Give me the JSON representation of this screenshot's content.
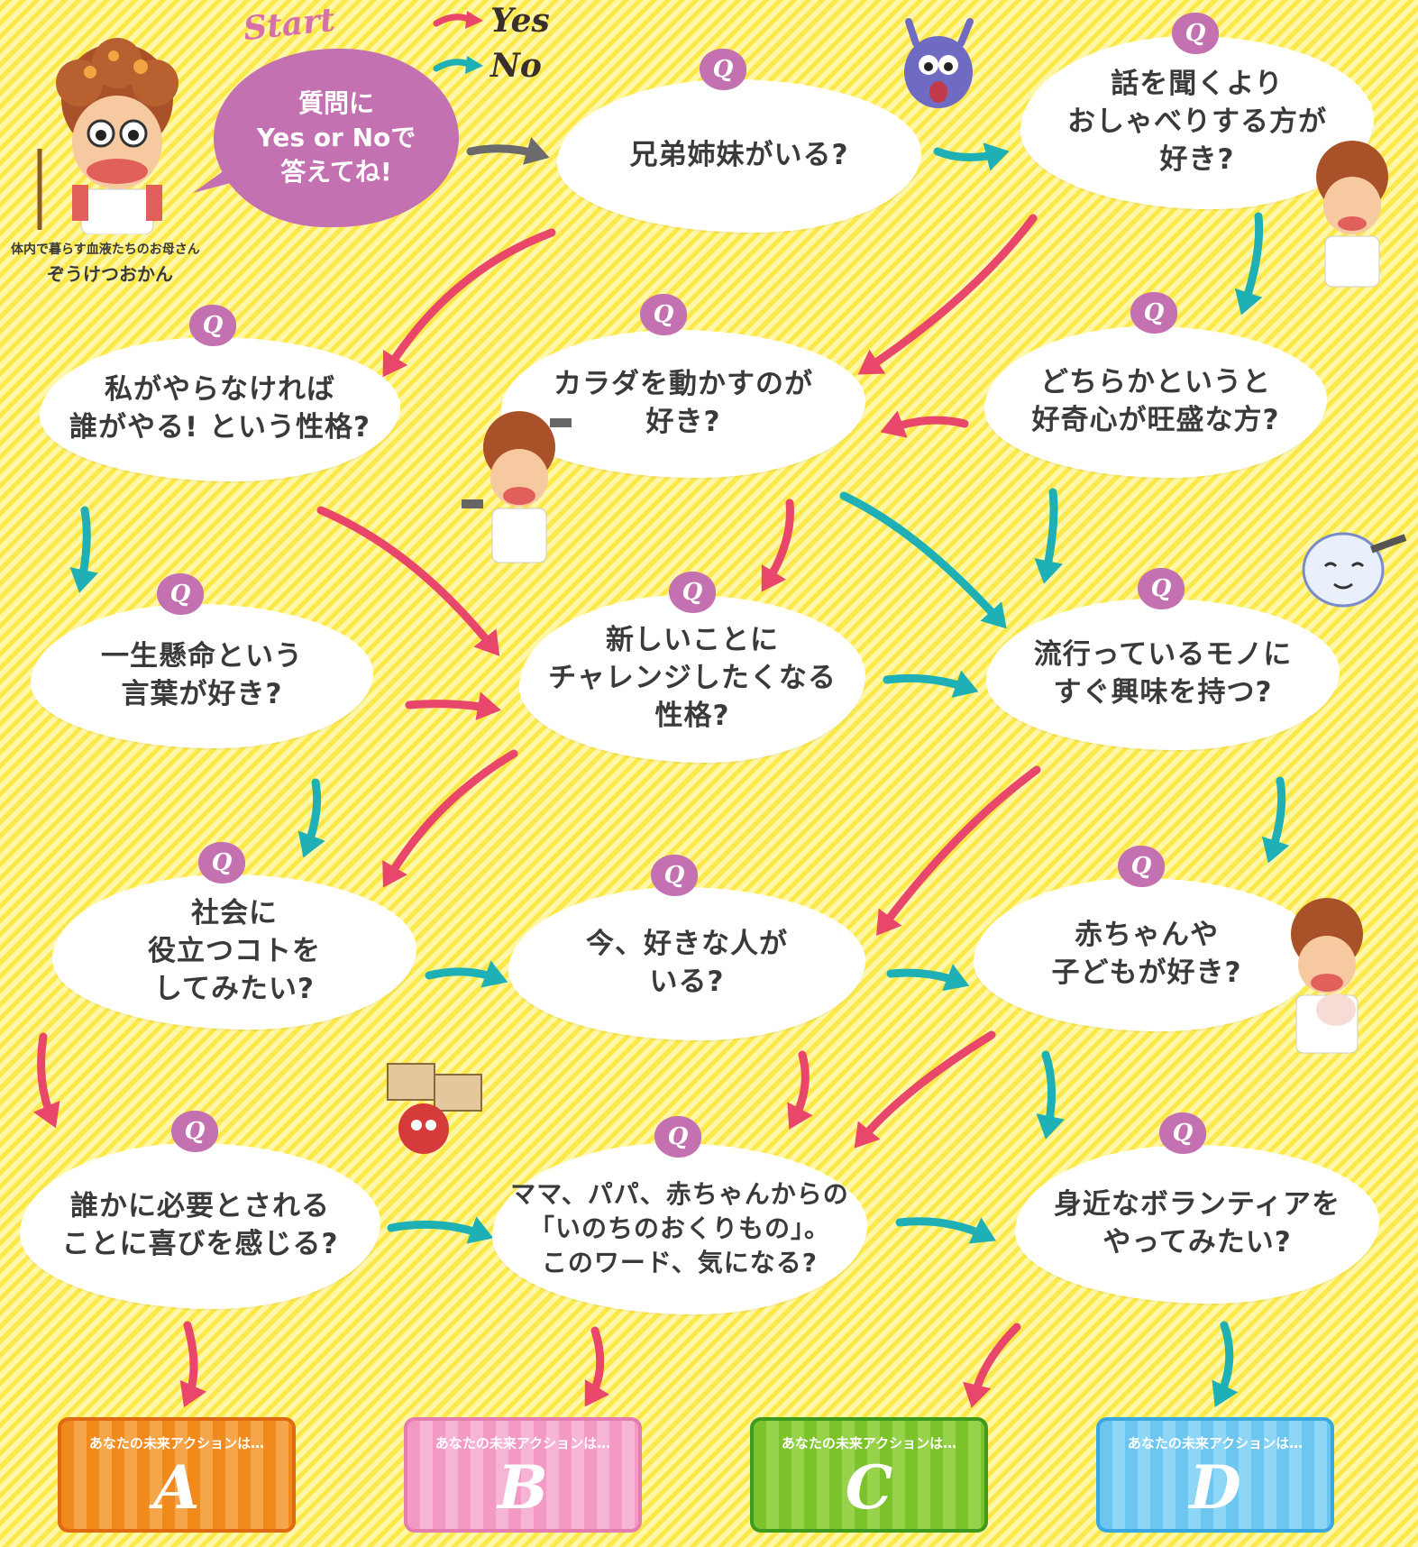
{
  "start": {
    "label": "Start",
    "bubble_text": "質問に\nYes or Noで\n答えてね!"
  },
  "legend": {
    "yes_label": "Yes",
    "no_label": "No",
    "yes_color": "#e8466a",
    "no_color": "#1fb0b6"
  },
  "character": {
    "caption_small": "体内で暮らす血液たちのお母さん",
    "caption_name": "ぞうけつおかん"
  },
  "questions": [
    {
      "badge": "Q",
      "text": "兄弟姉妹がいる?"
    },
    {
      "badge": "Q",
      "text": "話を聞くより\nおしゃべりする方が\n好き?"
    },
    {
      "badge": "Q",
      "text": "私がやらなければ\n誰がやる! という性格?"
    },
    {
      "badge": "Q",
      "text": "カラダを動かすのが\n好き?"
    },
    {
      "badge": "Q",
      "text": "どちらかというと\n好奇心が旺盛な方?"
    },
    {
      "badge": "Q",
      "text": "一生懸命という\n言葉が好き?"
    },
    {
      "badge": "Q",
      "text": "新しいことに\nチャレンジしたくなる\n性格?"
    },
    {
      "badge": "Q",
      "text": "流行っているモノに\nすぐ興味を持つ?"
    },
    {
      "badge": "Q",
      "text": "社会に\n役立つコトを\nしてみたい?"
    },
    {
      "badge": "Q",
      "text": "今、好きな人が\nいる?"
    },
    {
      "badge": "Q",
      "text": "赤ちゃんや\n子どもが好き?"
    },
    {
      "badge": "Q",
      "text": "誰かに必要とされる\nことに喜びを感じる?"
    },
    {
      "badge": "Q",
      "text": "ママ、パパ、赤ちゃんからの\n「いのちのおくりもの」。\nこのワード、気になる?"
    },
    {
      "badge": "Q",
      "text": "身近なボランティアを\nやってみたい?"
    }
  ],
  "results": [
    {
      "label": "あなたの未来アクションは…",
      "letter": "A",
      "color": "#f08a1c",
      "stripe": "#f5a54a",
      "border": "#e06a12"
    },
    {
      "label": "あなたの未来アクションは…",
      "letter": "B",
      "color": "#f29ac4",
      "stripe": "#f6b5d5",
      "border": "#e47db0"
    },
    {
      "label": "あなたの未来アクションは…",
      "letter": "C",
      "color": "#7cc22a",
      "stripe": "#96d24a",
      "border": "#3e9a1e"
    },
    {
      "label": "あなたの未来アクションは…",
      "letter": "D",
      "color": "#6cc6ef",
      "stripe": "#8ed6f5",
      "border": "#3aa8e0"
    }
  ]
}
